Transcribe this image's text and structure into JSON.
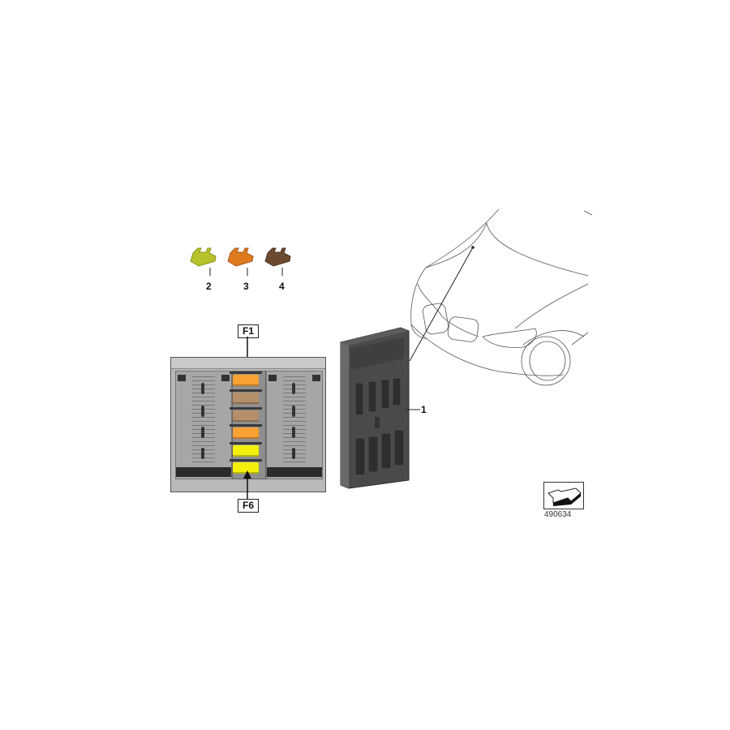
{
  "diagram": {
    "reference_number": "490634",
    "callouts": [
      {
        "id": "1",
        "label": "1",
        "target": "fuse-box-module"
      },
      {
        "id": "2",
        "label": "2",
        "target": "fuse-yellow-green"
      },
      {
        "id": "3",
        "label": "3",
        "target": "fuse-orange"
      },
      {
        "id": "4",
        "label": "4",
        "target": "fuse-brown"
      }
    ],
    "fuse_positions": {
      "top_label": "F1",
      "bottom_label": "F6"
    },
    "fuses": [
      {
        "position": "F1",
        "color": "#f7a233"
      },
      {
        "position": "F2",
        "color": "#b58f6a"
      },
      {
        "position": "F3",
        "color": "#b58f6a"
      },
      {
        "position": "F4",
        "color": "#f7a233"
      },
      {
        "position": "F5",
        "color": "#f4ef0c"
      },
      {
        "position": "F6",
        "color": "#f4ef0c"
      }
    ],
    "loose_fuses": [
      {
        "label": "2",
        "color": "#b8c22a"
      },
      {
        "label": "3",
        "color": "#e07a1e"
      },
      {
        "label": "4",
        "color": "#6b4a30"
      }
    ]
  }
}
